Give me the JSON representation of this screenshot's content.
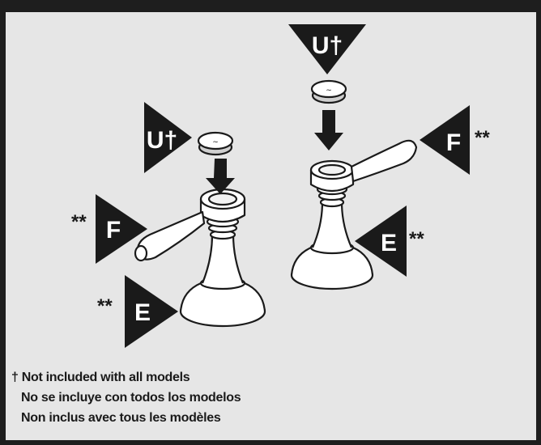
{
  "callouts": {
    "u_left": "U†",
    "u_right": "U†",
    "f_left": "F",
    "f_right": "F",
    "e_left": "E",
    "e_right": "E",
    "asterisks": "**"
  },
  "footnote": {
    "line_en": "† Not included with all models",
    "line_es": "No se incluye con todos los modelos",
    "line_fr": "Non inclus avec tous les modèles"
  }
}
